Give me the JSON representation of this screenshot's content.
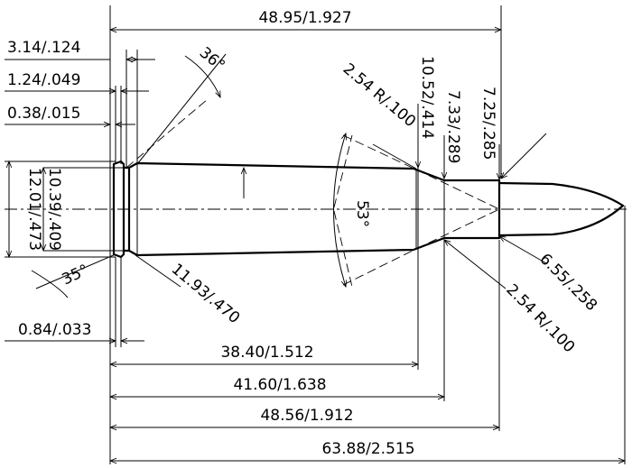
{
  "dimensions": {
    "overall_length": "48.95/1.927",
    "rim_thickness": "3.14/.124",
    "groove_width": "1.24/.049",
    "rim_offset": "0.38/.015",
    "extractor_angle": "36°",
    "rim_diameter": "12.01/.473",
    "base_diameter": "10.39/.409",
    "rim_bevel_angle": "35°",
    "rim_bevel_depth": "0.84/.033",
    "body_diameter_at_shoulder": "11.93/.470",
    "shoulder_radius": "2.54 R/.100",
    "shoulder_diameter": "10.52/.414",
    "neck_diameter": "7.33/.289",
    "bullet_diameter": "7.25/.285",
    "shoulder_angle": "53°",
    "bullet_seat_diameter": "6.55/.258",
    "neck_radius": "2.54 R/.100",
    "length_to_shoulder": "38.40/1.512",
    "length_to_neck": "41.60/1.638",
    "case_length": "48.56/1.912",
    "overall_cartridge_length": "63.88/2.515"
  }
}
